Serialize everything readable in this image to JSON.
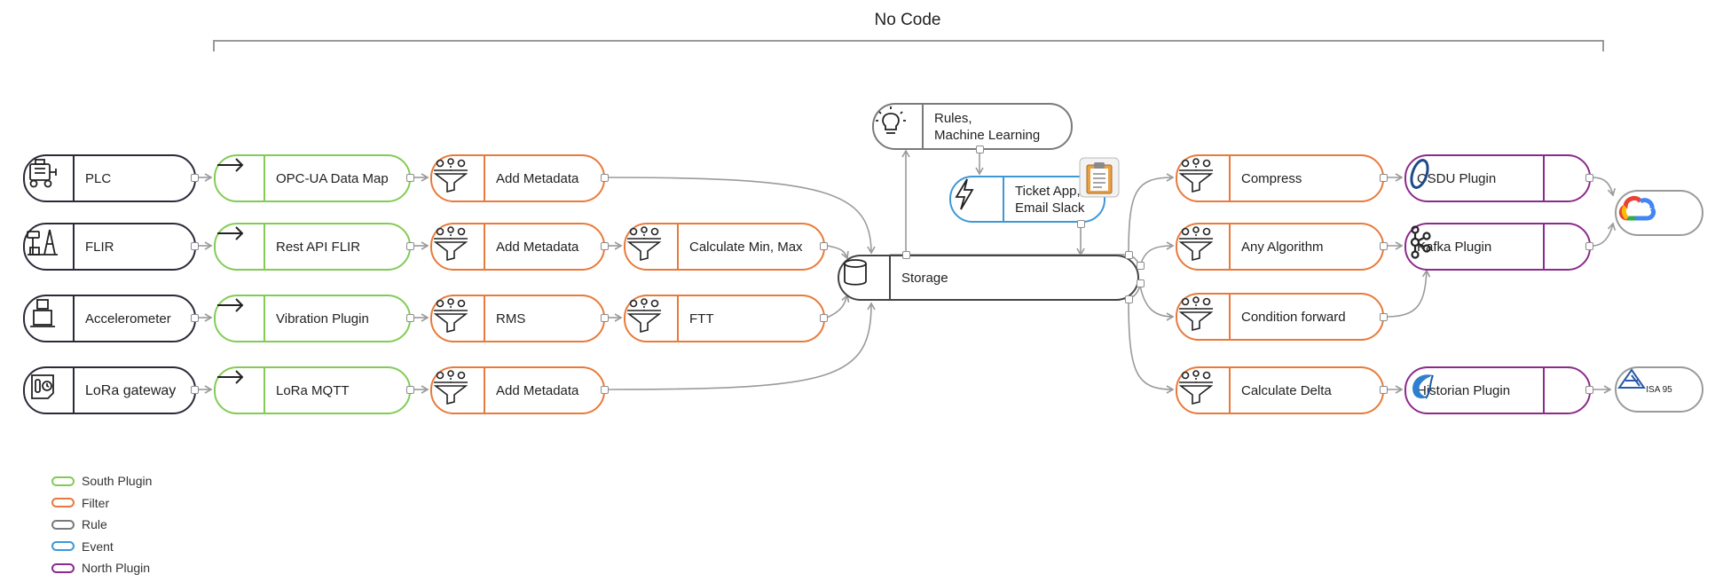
{
  "title": "No Code",
  "legend": [
    {
      "label": "South Plugin",
      "color": "#82cc55"
    },
    {
      "label": "Filter",
      "color": "#e87a3b"
    },
    {
      "label": "Rule",
      "color": "#7a7a7a"
    },
    {
      "label": "Event",
      "color": "#3d98d6"
    },
    {
      "label": "North Plugin",
      "color": "#8c2a8c"
    }
  ],
  "nodes": {
    "plc": "PLC",
    "flir": "FLIR",
    "accelerometer": "Accelerometer",
    "lora": "LoRa gateway",
    "opcua": "OPC-UA Data Map",
    "restapi": "Rest API FLIR",
    "vibration": "Vibration Plugin",
    "loramqtt": "LoRa MQTT",
    "meta1": "Add Metadata",
    "meta2": "Add Metadata",
    "rms": "RMS",
    "meta4": "Add Metadata",
    "calcminmax": "Calculate Min, Max",
    "ftt": "FTT",
    "storage": "Storage",
    "rules": "Rules,\nMachine Learning",
    "ticket": "Ticket App,\nEmail Slack",
    "compress": "Compress",
    "anyalgo": "Any Algorithm",
    "condfwd": "Condition forward",
    "calcdelta": "Calculate Delta",
    "osdu": "OSDU Plugin",
    "kafka": "Kafka Plugin",
    "historian": "Historian Plugin",
    "isa": "ISA 95"
  },
  "icons": {
    "plc": "generator-icon",
    "flir": "camera-tower-icon",
    "accelerometer": "sensor-icon",
    "lora": "thermometer-gauge-icon",
    "south": "arrow-right-icon",
    "filter": "gears-funnel-icon",
    "storage": "database-icon",
    "rules": "lightbulb-icon",
    "ticket": "lightning-icon",
    "osdu": "osdu-logo-icon",
    "kafka": "kafka-logo-icon",
    "historian": "historian-logo-icon",
    "cloud": "google-cloud-icon",
    "isa": "isa-triangle-icon"
  }
}
